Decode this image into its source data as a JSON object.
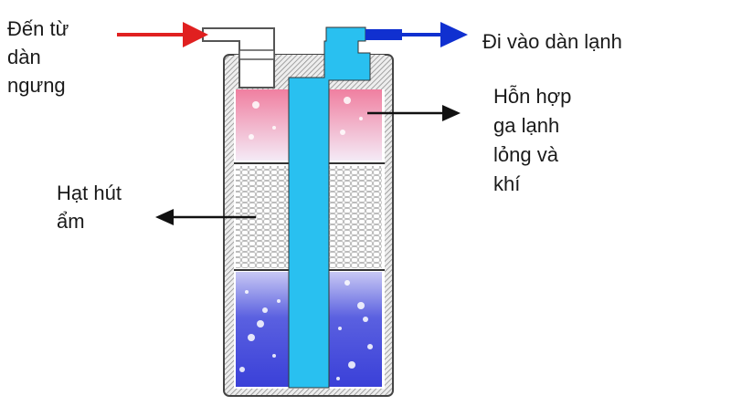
{
  "labels": {
    "inlet": [
      "Đến từ",
      "dàn",
      "ngưng"
    ],
    "outlet": "Đi vào dàn lạnh",
    "mixture": [
      "Hỗn hợp",
      "ga lạnh",
      "lỏng và",
      "khí"
    ],
    "desiccant": [
      "Hạt hút",
      "ẩm"
    ]
  },
  "colors": {
    "inlet_arrow": "#e02020",
    "outlet_arrow": "#1030d0",
    "tube": "#29c0f0",
    "gas_mixture": "#f07fa0",
    "liquid": "#3a40d8",
    "pointer": "#111111"
  }
}
